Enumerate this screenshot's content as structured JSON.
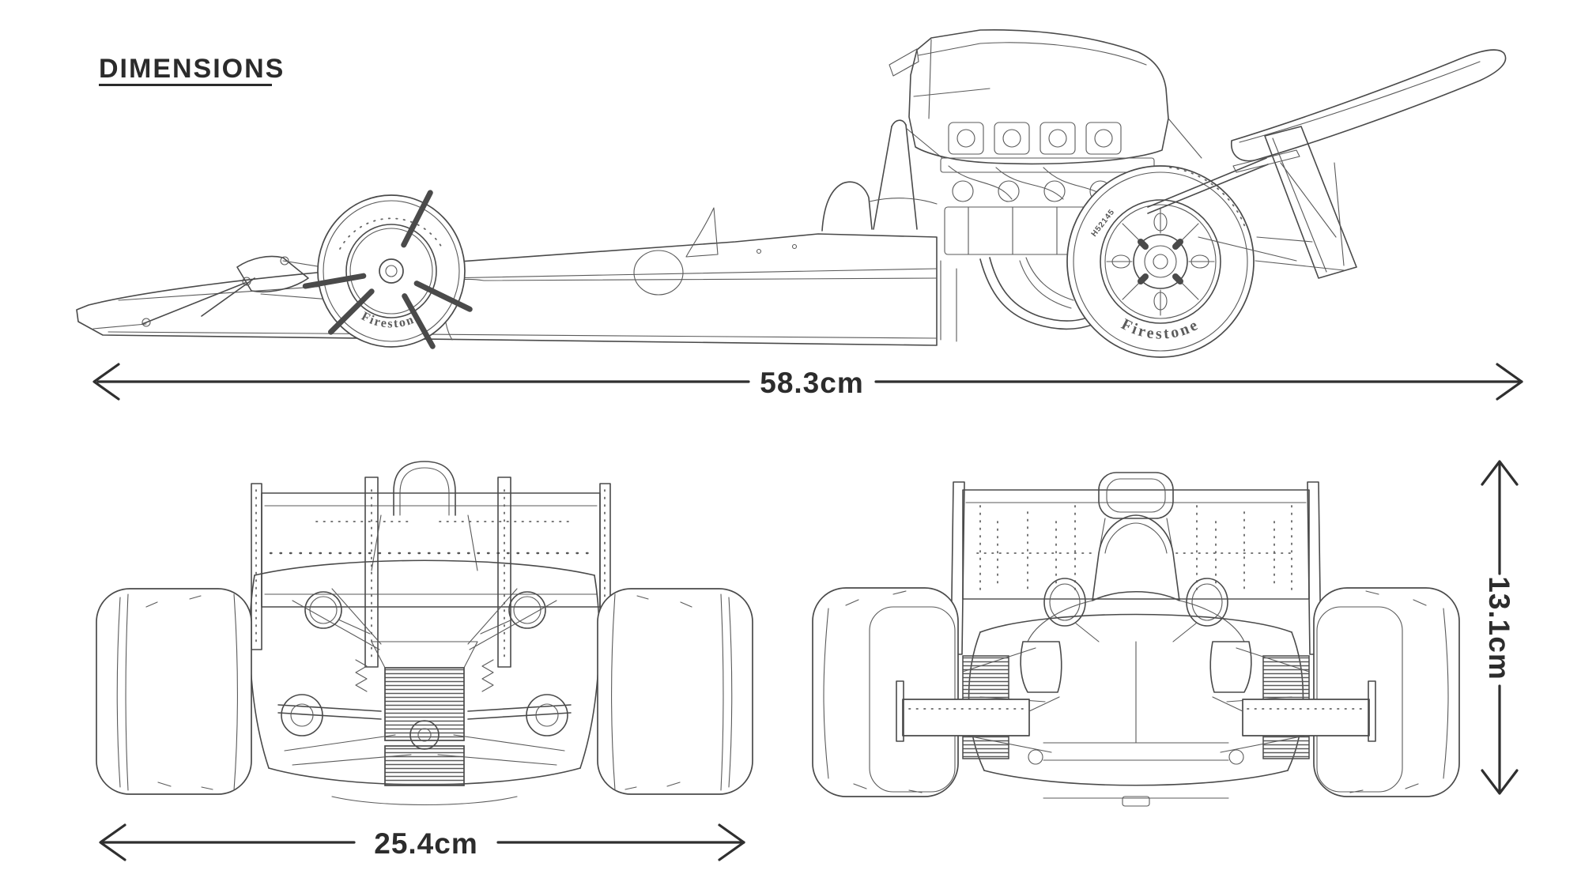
{
  "title": {
    "text": "DIMENSIONS"
  },
  "dims": {
    "length": "58.3cm",
    "width": "25.4cm",
    "height": "13.1cm"
  },
  "tires": {
    "brand": "Firestone",
    "code": "H52145"
  },
  "colors": {
    "ink": "#4a4a4a",
    "ink_strong": "#2b2b2b",
    "background": "#ffffff"
  }
}
